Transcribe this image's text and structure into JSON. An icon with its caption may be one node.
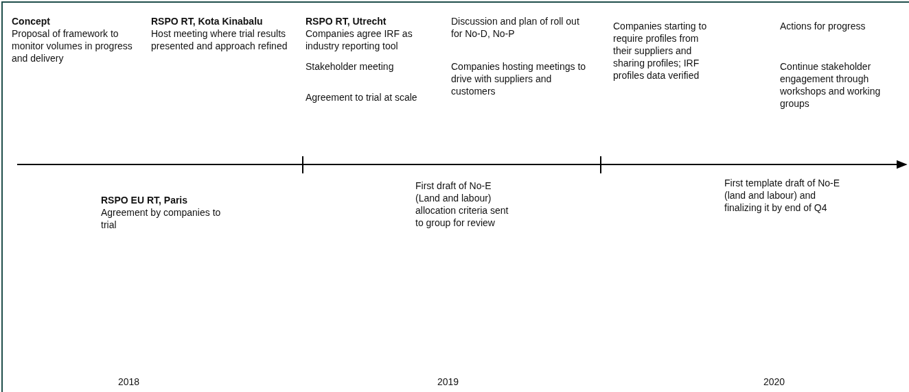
{
  "diagram": {
    "labels": [
      "Concept",
      "Proposal of framework to monitor volumes in progress and delivery",
      "RSPO RT, Kota Kinabalu",
      "Host meeting where trial results presented and approach refined",
      "RSPO RT, Utrecht",
      "Companies agree IRF as industry reporting tool",
      "Stakeholder meeting",
      "Agreement to trial at scale",
      "Discussion and plan of roll out for No-D, No-P",
      "Companies hosting meetings to drive with suppliers and customers",
      "Companies starting to require profiles from their suppliers and sharing profiles; IRF profiles data verified",
      "Actions for progress",
      "Continue stakeholder engagement through workshops and working groups",
      "RSPO EU RT, Paris",
      "Agreement by companies to trial",
      "First draft of No-E (Land and labour) allocation criteria sent to group for review",
      "First template draft of No-E (land and labour) and finalizing it by end of Q4",
      "2018",
      "2019",
      "2020"
    ]
  }
}
